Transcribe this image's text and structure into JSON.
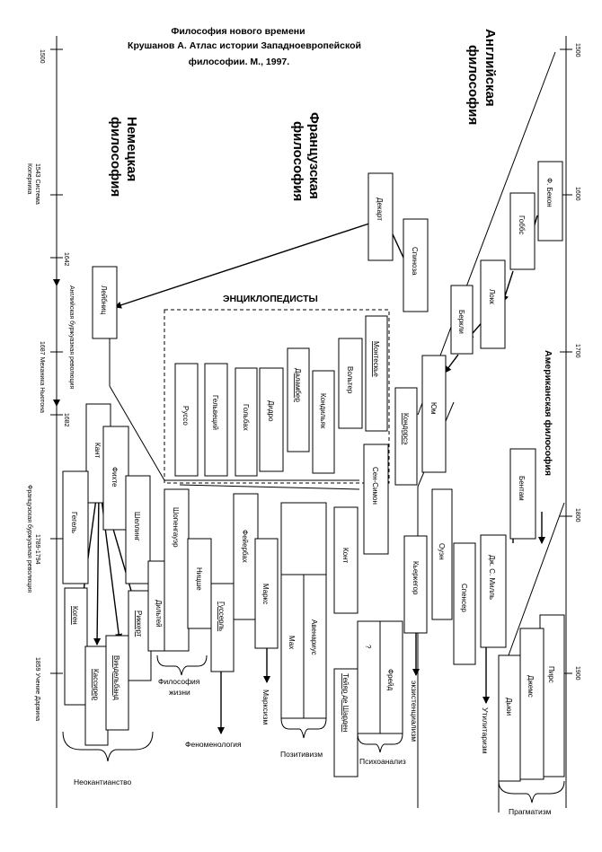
{
  "title": {
    "line1": "Философия нового времени",
    "line2": "Крушанов А. Атлас истории Западноевропейской",
    "line3": "философии. М., 1997."
  },
  "headings": {
    "german": [
      "Немецкая",
      "философия"
    ],
    "french": [
      "Французская",
      "философия"
    ],
    "english": [
      "Английская",
      "философия"
    ],
    "american": "Американская философия",
    "encyclopedists": "ЭНЦИКЛОПЕДИСТЫ"
  },
  "timeline_left": {
    "year_1500": "1500",
    "copernicus": [
      "1543 Система",
      "Коперника"
    ],
    "year_1642": "1642",
    "english_revolution": "Английская буржуазная революция",
    "newton": "1687 Механика Ньютона",
    "year_1682": "1682",
    "french_rev_years": "1789-1794",
    "french_revolution": "Французская буржуазная революция",
    "darwin": "1859 Учение Дарвина"
  },
  "timeline_right": {
    "y1500": "1500",
    "y1600": "1600",
    "y1700": "1700",
    "y1800": "1800",
    "y1900": "1900"
  },
  "philosophers": {
    "bacon": "Ф. Бекон",
    "hobbes": "Гоббс",
    "locke": "Локк",
    "berkeley": "Беркли",
    "hume": "Юм",
    "bentham": "Бентам",
    "mill": "Дж. С. Милль",
    "peirce": "Пирс",
    "james": "Джемс",
    "dewey": "Дьюи",
    "descartes": "Декарт",
    "spinoza": "Спиноза",
    "montesquieu": "Монтескье",
    "voltaire": "Вольтер",
    "condillac": "Кондильяк",
    "dalembert": "Даламбер",
    "diderot": "Дидро",
    "holbach": "Гольбах",
    "helvetius": "Гельвеций",
    "rousseau": "Руссо",
    "condorcet": "Кондорсэ",
    "saint_simon": "Сен-Симон",
    "comte": "Конт",
    "owen": "Оуэн",
    "spencer": "Спенсер",
    "kierkegaard": "Кьеркегор",
    "avenarius": "Авенариус",
    "mach": "Мах",
    "question": "?",
    "freud": "Фрейд",
    "teilhard": "Тейяр де Шарден",
    "leibniz": "Лейбниц",
    "kant": "Кант",
    "fichte": "Фихте",
    "schelling": "Шеллинг",
    "hegel": "Гегель",
    "schopenhauer": "Шопенгауэр",
    "nietzsche": "Ницше",
    "dilthey": "Дильтей",
    "feuerbach": "Фейербах",
    "marx": "Маркс",
    "husserl": "Гуссерль",
    "cohen": "Коген",
    "windelband": "Виндельбанд",
    "rickert": "Риккерт",
    "cassirer": "Кассирер"
  },
  "movements": {
    "philosophy_of_life": [
      "Философия",
      "жизни"
    ],
    "phenomenology": "Феноменология",
    "marxism": "Марксизм",
    "positivism": "Позитивизм",
    "psychoanalysis": "Психоанализ",
    "existentialism": "экзистенциализм",
    "utilitarianism": "Утилитаризм",
    "pragmatism": "Прагматизм",
    "neokantianism": "Неокантианство"
  }
}
